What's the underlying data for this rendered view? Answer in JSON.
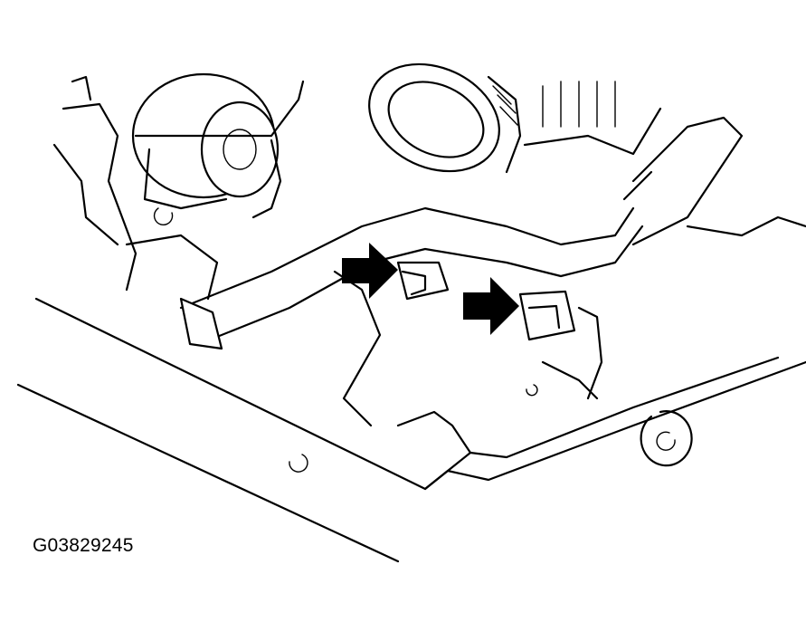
{
  "figure": {
    "id_label": "G03829245",
    "ink_color": "#000000",
    "background": "#ffffff"
  },
  "callouts": [
    {
      "icon": "pointer-arrow-icon",
      "target": "connector"
    },
    {
      "icon": "pointer-arrow-icon",
      "target": "connector"
    }
  ]
}
